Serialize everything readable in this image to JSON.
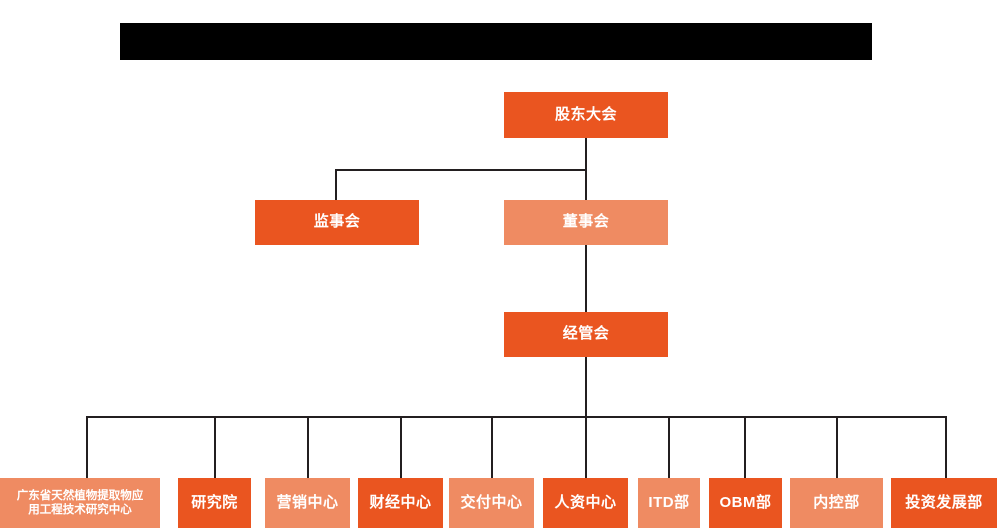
{
  "chart": {
    "title_bar": {
      "name": "redacted-title-bar",
      "text": ""
    },
    "palette": {
      "accent_dark": "#EA5520",
      "accent_light": "#EF8B62",
      "connector": "#231f20",
      "background": "#ffffff",
      "redaction": "#000000",
      "label_text": "#ffffff"
    },
    "levels": [
      {
        "level": 1,
        "nodes": [
          {
            "id": "shareholders-meeting",
            "label": "股东大会",
            "tone": "dark"
          }
        ]
      },
      {
        "level": 2,
        "nodes": [
          {
            "id": "supervisory-board",
            "label": "监事会",
            "tone": "dark"
          },
          {
            "id": "board-of-directors",
            "label": "董事会",
            "tone": "light"
          }
        ]
      },
      {
        "level": 3,
        "nodes": [
          {
            "id": "management-committee",
            "label": "经管会",
            "tone": "dark"
          }
        ]
      },
      {
        "level": 4,
        "nodes": [
          {
            "id": "guangdong-research-center",
            "label": "广东省天然植物提取物应\n用工程技术研究中心",
            "tone": "light"
          },
          {
            "id": "research-institute",
            "label": "研究院",
            "tone": "dark"
          },
          {
            "id": "marketing-center",
            "label": "营销中心",
            "tone": "light"
          },
          {
            "id": "finance-center",
            "label": "财经中心",
            "tone": "dark"
          },
          {
            "id": "delivery-center",
            "label": "交付中心",
            "tone": "light"
          },
          {
            "id": "hr-center",
            "label": "人资中心",
            "tone": "dark"
          },
          {
            "id": "itd-department",
            "label": "ITD部",
            "tone": "light"
          },
          {
            "id": "obm-department",
            "label": "OBM部",
            "tone": "dark"
          },
          {
            "id": "internal-control-department",
            "label": "内控部",
            "tone": "light"
          },
          {
            "id": "investment-development-department",
            "label": "投资发展部",
            "tone": "dark"
          }
        ]
      }
    ],
    "nodes_flat": {
      "shareholders_meeting": "股东大会",
      "supervisory_board": "监事会",
      "board_of_directors": "董事会",
      "management_committee": "经管会",
      "guangdong_research_center": "广东省天然植物提取物应\n用工程技术研究中心",
      "research_institute": "研究院",
      "marketing_center": "营销中心",
      "finance_center": "财经中心",
      "delivery_center": "交付中心",
      "hr_center": "人资中心",
      "itd_department": "ITD部",
      "obm_department": "OBM部",
      "internal_control_department": "内控部",
      "investment_development_department": "投资发展部"
    }
  }
}
